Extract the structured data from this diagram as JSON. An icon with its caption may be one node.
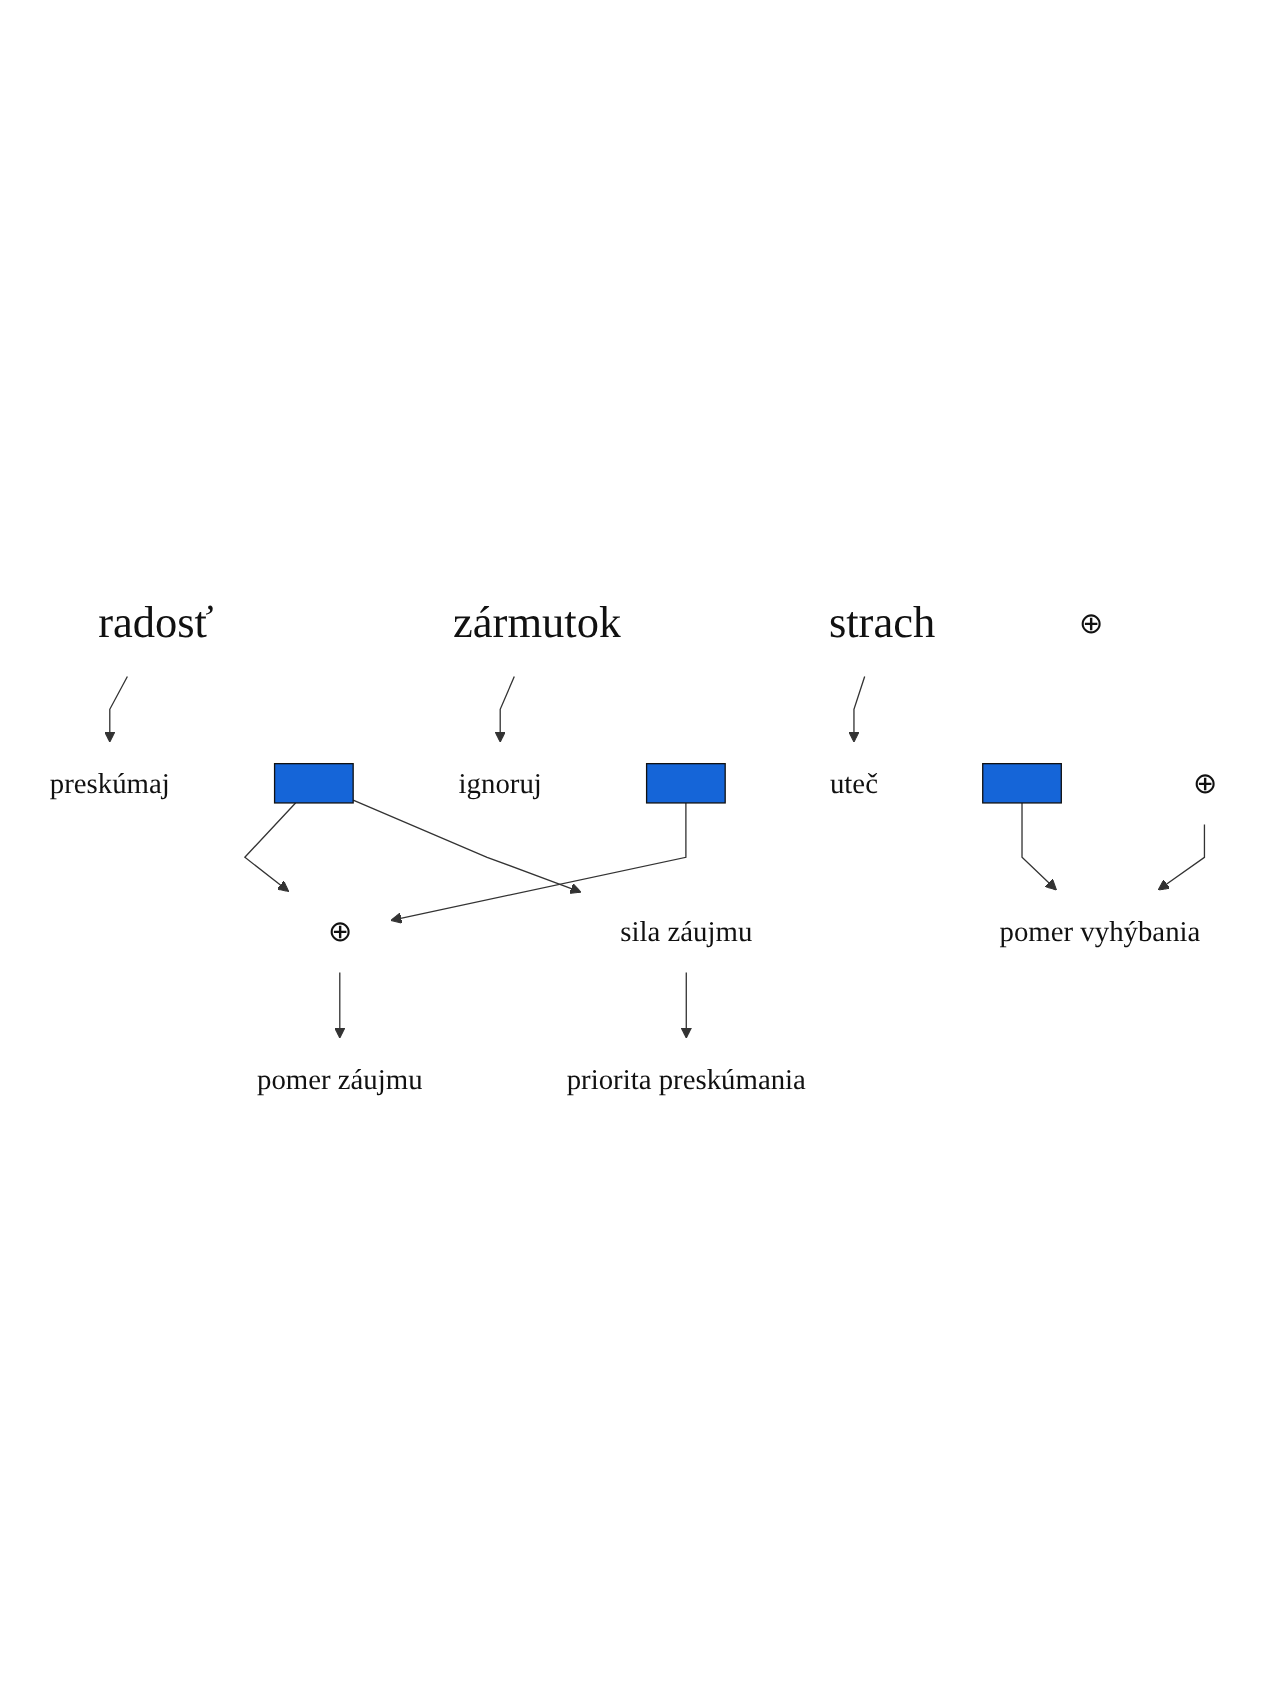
{
  "diagram": {
    "nodes": [
      {
        "text": [
          "preskúmaj"
        ]
      },
      {
        "text": [
          "ignoruj"
        ]
      },
      {
        "text": [
          "uteč"
        ]
      },
      {
        "text": [
          "radosť"
        ]
      },
      {
        "text": [
          "zármutok"
        ]
      },
      {
        "text": [
          "strach"
        ]
      },
      {
        "text": [],
        "shape": "bar"
      },
      {
        "text": [],
        "shape": "bar"
      },
      {
        "text": [],
        "shape": "bar"
      },
      {
        "text": [
          "⊕"
        ]
      },
      {
        "text": [
          "pomer záujmu"
        ]
      },
      {
        "text": [
          "⊕"
        ]
      },
      {
        "text": [
          "pomer vyhýbania"
        ]
      },
      {
        "text": [
          "⊕"
        ]
      },
      {
        "text": [
          "sila záujmu"
        ]
      },
      {
        "text": [
          "priorita preskúmania"
        ]
      }
    ],
    "edges": [
      {
        "from": 3,
        "to": 0,
        "arrow": "to"
      },
      {
        "from": 4,
        "to": 1,
        "arrow": "to"
      },
      {
        "from": 5,
        "to": 2,
        "arrow": "to"
      },
      {
        "from": 6,
        "to": 9,
        "arrow": "to"
      },
      {
        "from": 7,
        "to": 9,
        "arrow": "to"
      },
      {
        "from": 9,
        "to": 10,
        "arrow": "to"
      },
      {
        "from": 8,
        "to": 12,
        "arrow": "to"
      },
      {
        "from": 11,
        "to": 12,
        "arrow": "to"
      },
      {
        "from": 6,
        "to": 14,
        "arrow": "to"
      },
      {
        "from": 14,
        "to": 15,
        "arrow": "to"
      }
    ]
  }
}
